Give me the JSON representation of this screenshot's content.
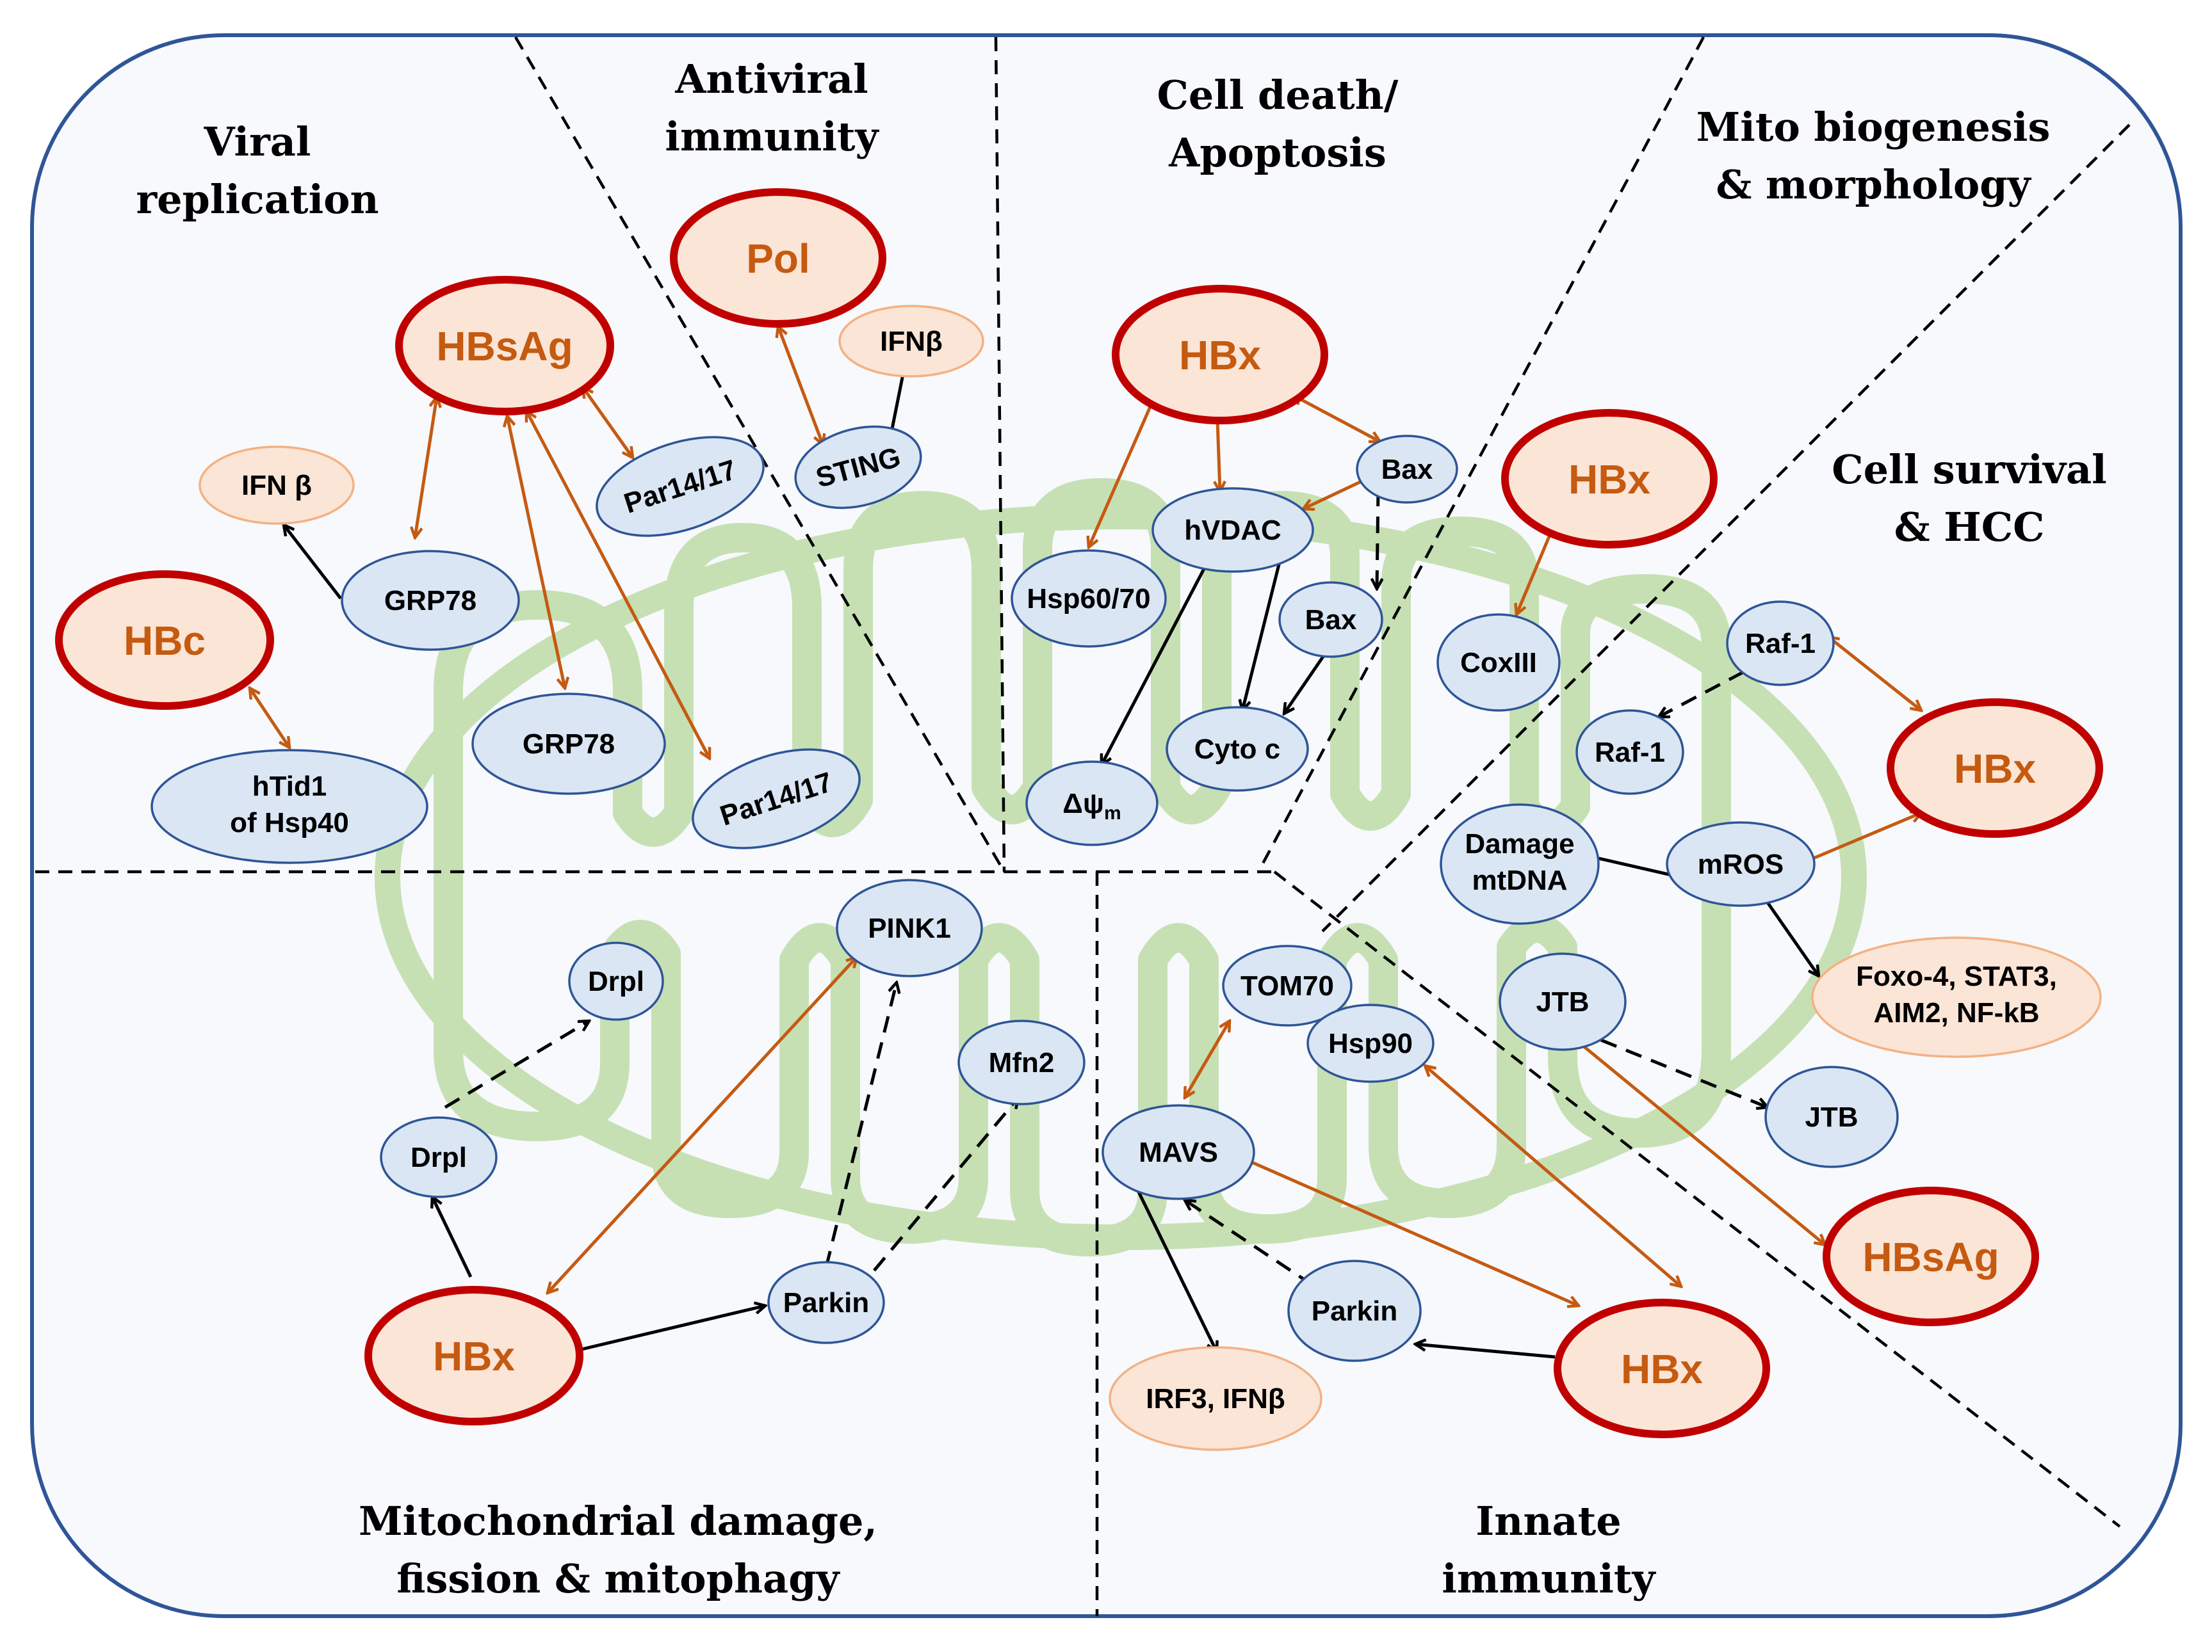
{
  "sections": {
    "viral_replication": [
      "Viral",
      "replication"
    ],
    "antiviral_immunity": [
      "Antiviral",
      "immunity"
    ],
    "cell_death": [
      "Cell death/",
      "Apoptosis"
    ],
    "mito_biogenesis": [
      "Mito biogenesis",
      "& morphology"
    ],
    "cell_survival": [
      "Cell survival",
      "& HCC"
    ],
    "mito_damage": [
      "Mitochondrial damage,",
      "fission & mitophagy"
    ],
    "innate_immunity": [
      "Innate",
      "immunity"
    ]
  },
  "viral_proteins": {
    "hbsag_top": "HBsAg",
    "pol": "Pol",
    "hbc": "HBc",
    "hbx_death": "HBx",
    "hbx_mito": "HBx",
    "hbx_survival": "HBx",
    "hbx_damage": "HBx",
    "hbx_innate": "HBx",
    "hbsag_bottom": "HBsAg"
  },
  "host_factors": {
    "grp78_a": "GRP78",
    "grp78_b": "GRP78",
    "par14_a": "Par14/17",
    "par14_b": "Par14/17",
    "htid1": [
      "hTid1",
      "of Hsp40"
    ],
    "sting": "STING",
    "hvdac": "hVDAC",
    "bax_a": "Bax",
    "bax_b": "Bax",
    "hsp6070": "Hsp60/70",
    "cytoc": "Cyto c",
    "dpsi": "Δψ",
    "dpsi_sub": "m",
    "coxiii": "CoxIII",
    "raf1_a": "Raf-1",
    "raf1_b": "Raf-1",
    "damage_mtdna": [
      "Damage",
      "mtDNA"
    ],
    "mros": "mROS",
    "jtb_a": "JTB",
    "jtb_b": "JTB",
    "pink1": "PINK1",
    "drpl_a": "Drpl",
    "drpl_b": "Drpl",
    "mfn2": "Mfn2",
    "parkin_a": "Parkin",
    "tom70": "TOM70",
    "hsp90": "Hsp90",
    "mavs": "MAVS",
    "parkin_b": "Parkin"
  },
  "outputs": {
    "ifnb_a": "IFN β",
    "ifnb_b": "IFNβ",
    "foxo": [
      "Foxo-4, STAT3,",
      "AIM2, NF-kB"
    ],
    "irf3": "IRF3, IFNβ"
  },
  "colors": {
    "viral_fill": "#fbe5d6",
    "viral_stroke": "#c00000",
    "viral_text": "#c55a11",
    "host_fill": "#dae6f3",
    "host_stroke": "#2f5597",
    "output_fill": "#fbe5d6",
    "output_stroke": "#f4b183",
    "mito_green": "#c6e0b4",
    "interaction_arrow": "#c55a11",
    "activation_arrow": "#000000",
    "cell_border": "#2f5597"
  }
}
